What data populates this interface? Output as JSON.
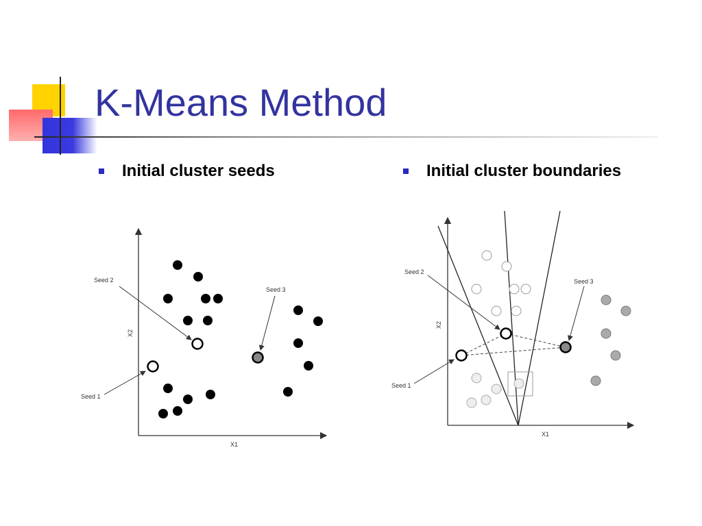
{
  "slide": {
    "title": "K-Means Method",
    "bullets": [
      "Initial cluster seeds",
      "Initial cluster boundaries"
    ]
  },
  "diagrams": {
    "left": {
      "xaxis_label": "X1",
      "yaxis_label": "X2",
      "seed_labels": [
        "Seed 1",
        "Seed 2",
        "Seed 3"
      ]
    },
    "right": {
      "xaxis_label": "X1",
      "yaxis_label": "X2",
      "seed_labels": [
        "Seed 1",
        "Seed 2",
        "Seed 3"
      ]
    }
  },
  "colors": {
    "title": "#3333a0",
    "bullet": "#2a2ac0"
  }
}
